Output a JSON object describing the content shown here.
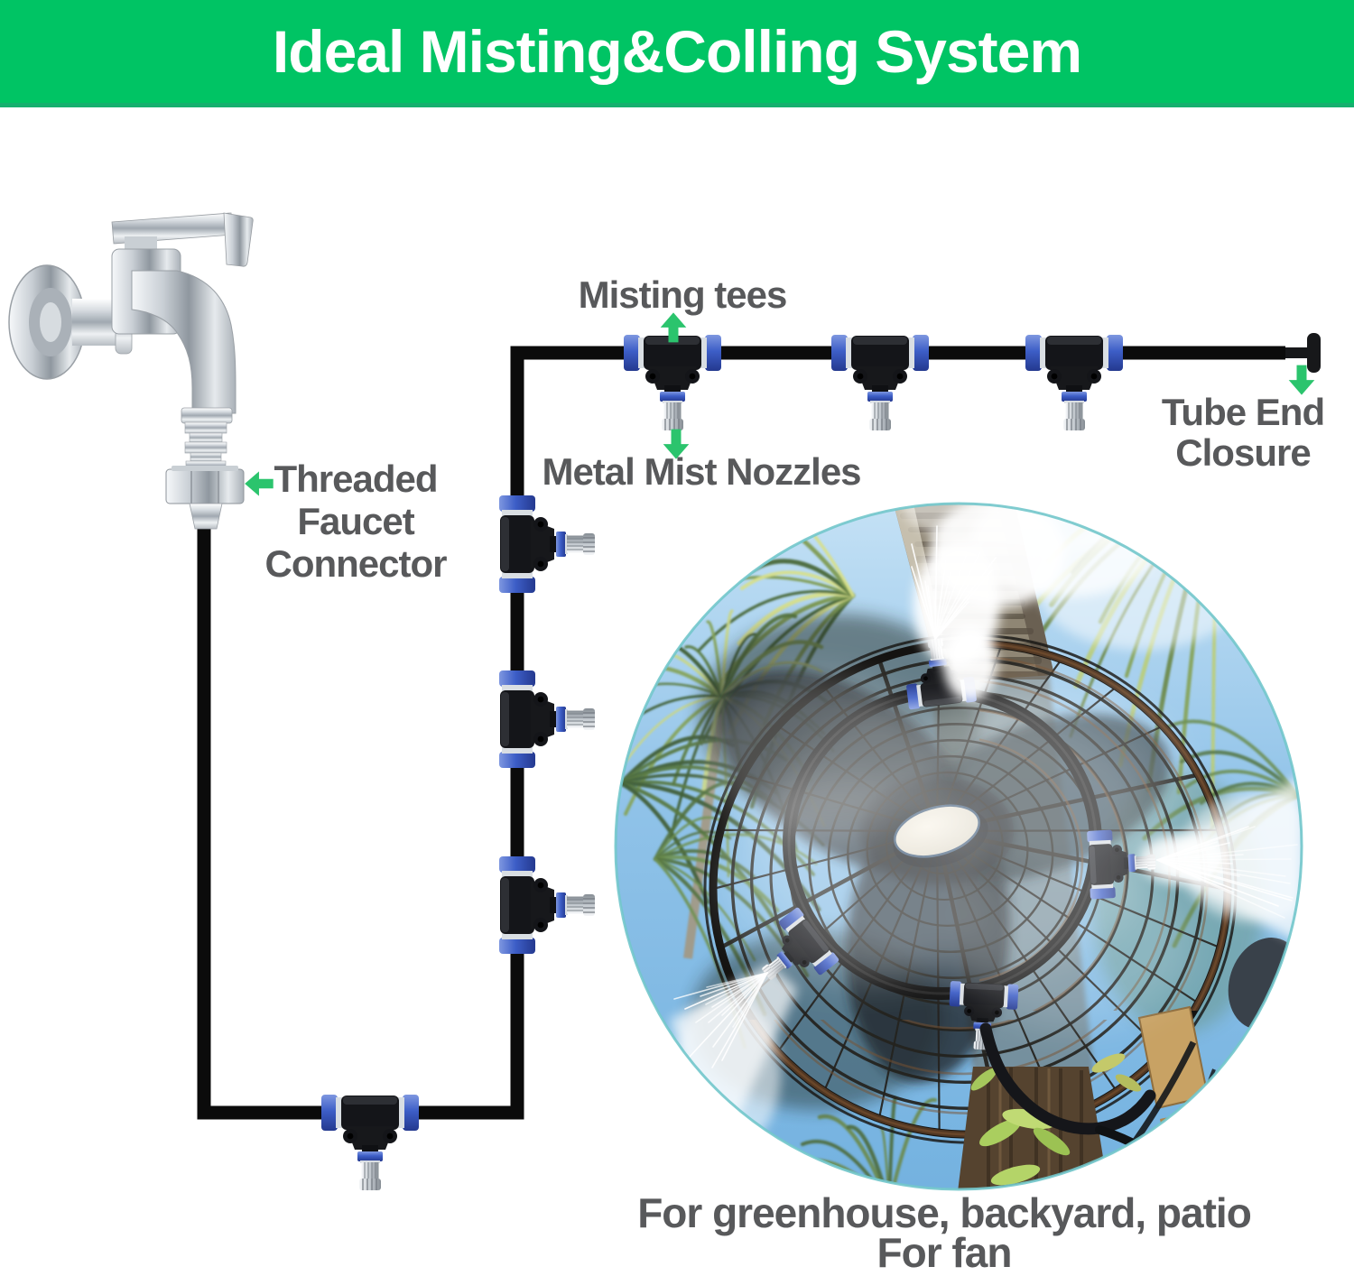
{
  "banner": {
    "title": "Ideal Misting&Colling System",
    "background": "#00c464",
    "text_color": "#ffffff"
  },
  "labels": {
    "misting_tees": "Misting tees",
    "metal_mist_nozzles": "Metal Mist Nozzles",
    "threaded_faucet_connector": {
      "line1": "Threaded",
      "line2": "Faucet",
      "line3": "Connector"
    },
    "tube_end_closure": {
      "line1": "Tube End",
      "line2": "Closure"
    },
    "caption": {
      "line1": "For greenhouse, backyard, patio",
      "line2": "For fan"
    }
  },
  "icons": {
    "pointer_up": "arrow-up",
    "pointer_down": "arrow-down",
    "pointer_left": "arrow-left",
    "arrow_color": "#2bc46d"
  },
  "colors": {
    "banner_green": "#00c464",
    "label_gray": "#58595b",
    "tube_black": "#0b0b0b",
    "fitting_blue": "#3d5ec7",
    "nozzle_silver": "#c9ced4",
    "photo_border": "#72c7cb"
  },
  "photo": {
    "description": "Misting ring with nozzles mounted on an outdoor fan, palm trees and blue sky"
  }
}
